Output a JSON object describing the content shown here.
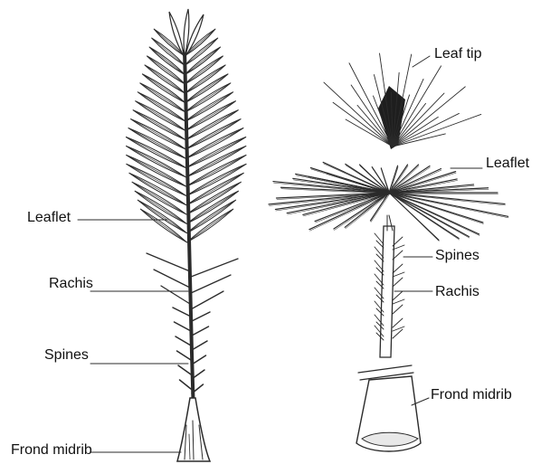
{
  "colors": {
    "ink": "#2b2b2b",
    "background": "#ffffff"
  },
  "left_figure": {
    "labels": {
      "leaflet": "Leaflet",
      "rachis": "Rachis",
      "spines": "Spines",
      "frond_midrib": "Frond midrib"
    }
  },
  "right_figure": {
    "labels": {
      "leaf_tip": "Leaf tip",
      "leaflet": "Leaflet",
      "spines": "Spines",
      "rachis": "Rachis",
      "frond_midrib": "Frond midrib"
    }
  }
}
